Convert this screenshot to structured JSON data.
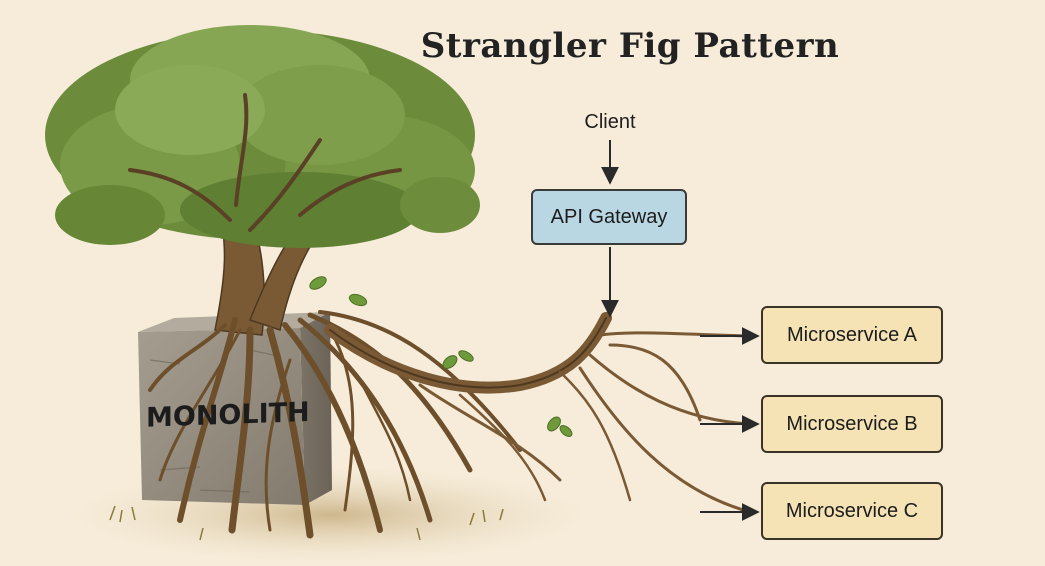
{
  "title": "Strangler Fig Pattern",
  "client": {
    "label": "Client"
  },
  "gateway": {
    "label": "API Gateway"
  },
  "monolith": {
    "label": "MONOLITH"
  },
  "services": [
    {
      "label": "Microservice A"
    },
    {
      "label": "Microservice B"
    },
    {
      "label": "Microservice C"
    }
  ],
  "colors": {
    "background": "#f6ecd9",
    "gateway_fill": "#b9d7e3",
    "service_fill": "#f5e3b5",
    "stone": "#8f877a",
    "foliage": "#6f8f3f",
    "root": "#7a5a35"
  }
}
